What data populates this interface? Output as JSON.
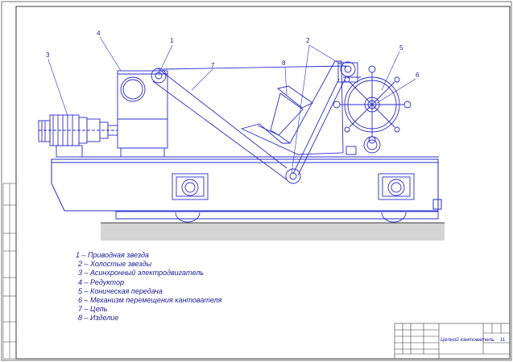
{
  "drawing": {
    "callouts": [
      "1",
      "2",
      "3",
      "4",
      "5",
      "6",
      "7",
      "8"
    ],
    "legend": [
      "1 – Приводная звезда",
      "2 – Холостые звезды",
      "3 – Асинхронный электродвигатель",
      "4 – Редуктор",
      "5 – Коническая передача",
      "6 – Механизм перемещения кантователя",
      "7 – Цепь",
      "8 – Изделие"
    ],
    "title_block": {
      "name": "Цепной кантователь",
      "sheet": "11"
    }
  },
  "colors": {
    "line": "#2b2bd0",
    "frame": "#3a3a3a",
    "text": "#1a1a99"
  }
}
